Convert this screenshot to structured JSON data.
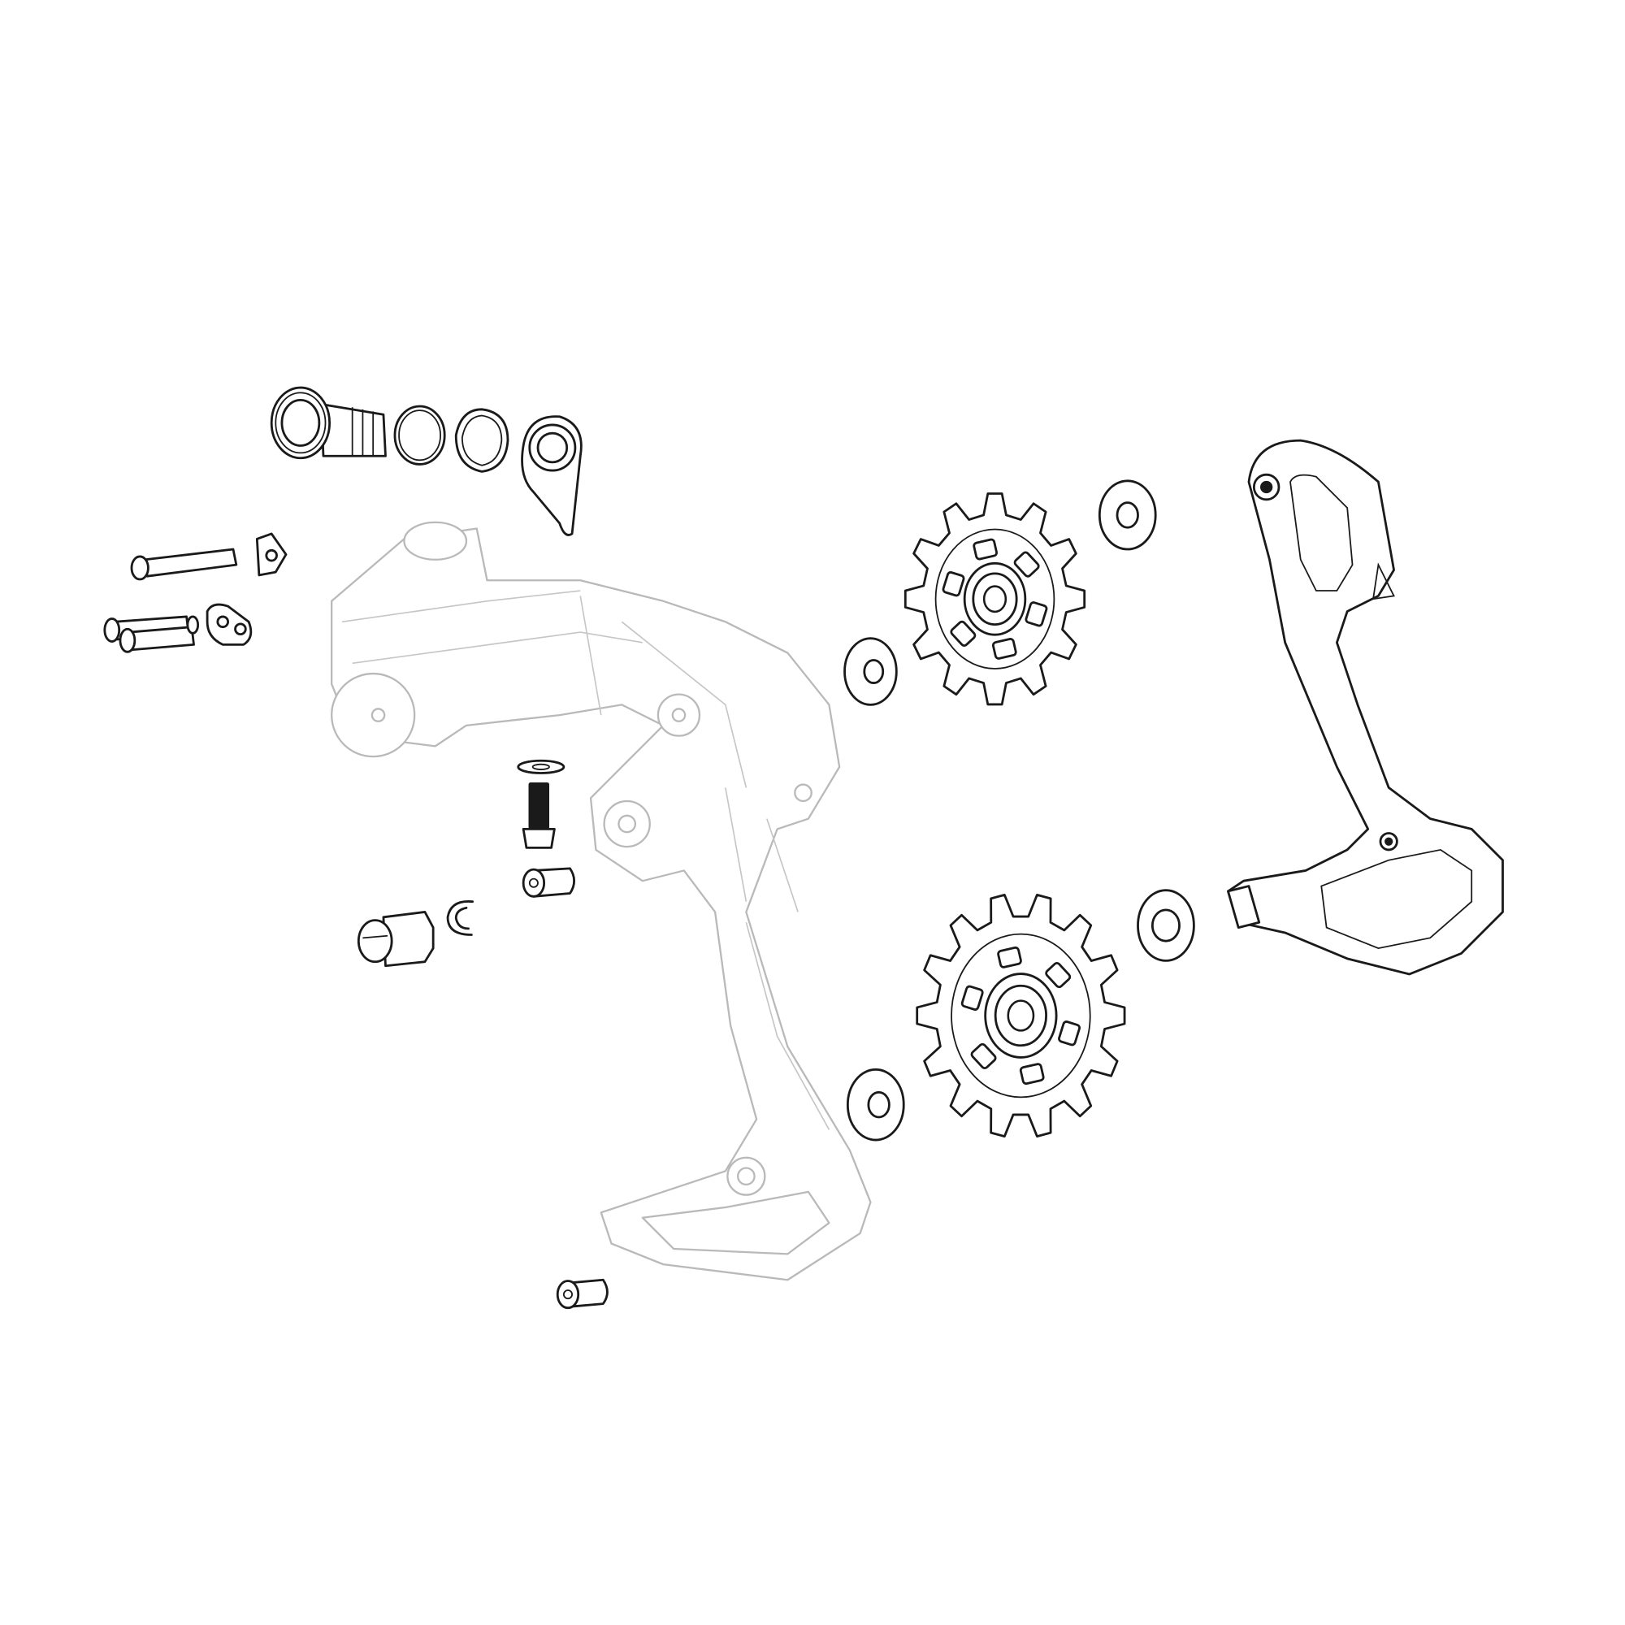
{
  "diagram": {
    "style": "exploded-view line drawing",
    "colors": {
      "background": "#ffffff",
      "part_stroke": "#1a1a1a",
      "ghost_stroke": "#b9b9b9"
    },
    "pulleys": [
      {
        "teeth": 12
      },
      {
        "teeth": 14
      }
    ]
  }
}
